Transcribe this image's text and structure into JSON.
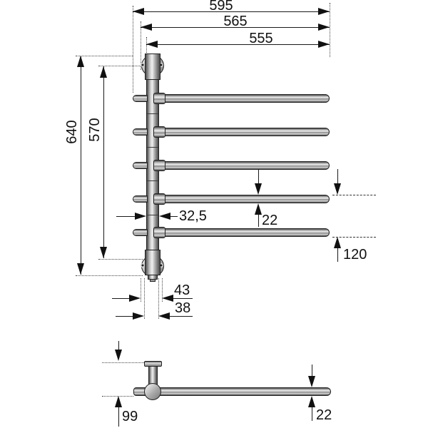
{
  "colors": {
    "background": "#ffffff",
    "line": "#1a1a1a",
    "text": "#111111",
    "metal_light": "#efefef",
    "metal_dark": "#474747"
  },
  "front_view": {
    "dim_overall_width": "595",
    "dim_width_to_bracket": "565",
    "dim_bar_length": "555",
    "dim_overall_height": "640",
    "dim_post_height": "570",
    "dim_post_diameter": "32,5",
    "dim_bar_diameter": "22",
    "dim_bottom_bar_offset": "120",
    "dim_bracket_outer_width": "43",
    "dim_bracket_inner_width": "38"
  },
  "top_view": {
    "dim_wall_offset": "99",
    "dim_bar_diameter": "22"
  }
}
